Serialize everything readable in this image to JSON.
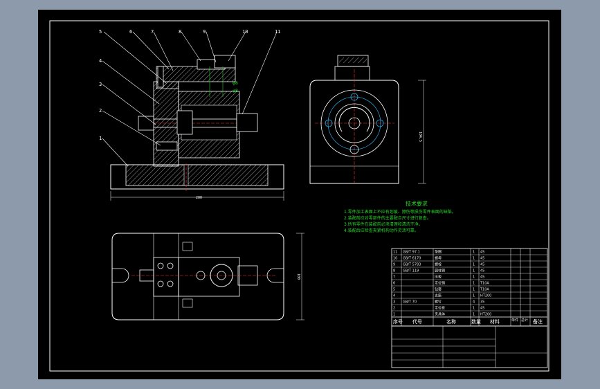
{
  "drawing": {
    "part_numbers": [
      "5",
      "6",
      "7",
      "8",
      "9",
      "10",
      "11",
      "4",
      "3",
      "2",
      "1"
    ],
    "dimension_width": "200",
    "dimension_height_side": "104.5",
    "dimension_height_plan": "100",
    "tech_title": "技术要求",
    "tech_lines": [
      "1.零件加工表面上不应有划痕、擦伤等损伤零件表面的缺陷。",
      "2.装配前应对零部件的主要配合尺寸进行复查。",
      "3.所有零件在装配前必须清理和清洗干净。",
      "4.装配后应检查夹紧机构动作灵活可靠。"
    ],
    "bom_rows": [
      {
        "no": "11",
        "code": "GB/T 97.1",
        "name": "垫圈",
        "qty": "1",
        "mat": "45"
      },
      {
        "no": "10",
        "code": "GB/T 6170",
        "name": "螺母",
        "qty": "1",
        "mat": "45"
      },
      {
        "no": "9",
        "code": "GB/T 5783",
        "name": "螺栓",
        "qty": "1",
        "mat": "45"
      },
      {
        "no": "8",
        "code": "GB/T 119",
        "name": "圆柱销",
        "qty": "1",
        "mat": "45"
      },
      {
        "no": "7",
        "code": "",
        "name": "压板",
        "qty": "1",
        "mat": "45"
      },
      {
        "no": "6",
        "code": "",
        "name": "定位销",
        "qty": "1",
        "mat": "T10A"
      },
      {
        "no": "5",
        "code": "",
        "name": "钻套",
        "qty": "1",
        "mat": "T10A"
      },
      {
        "no": "4",
        "code": "",
        "name": "支座",
        "qty": "1",
        "mat": "HT200"
      },
      {
        "no": "3",
        "code": "GB/T 70",
        "name": "螺钉",
        "qty": "4",
        "mat": "35"
      },
      {
        "no": "2",
        "code": "",
        "name": "定位板",
        "qty": "1",
        "mat": "45"
      },
      {
        "no": "1",
        "code": "",
        "name": "夹具体",
        "qty": "1",
        "mat": "HT200"
      }
    ],
    "bom_header": [
      "序号",
      "代号",
      "名称",
      "数量",
      "材料",
      "单件",
      "总计",
      "备注"
    ]
  }
}
